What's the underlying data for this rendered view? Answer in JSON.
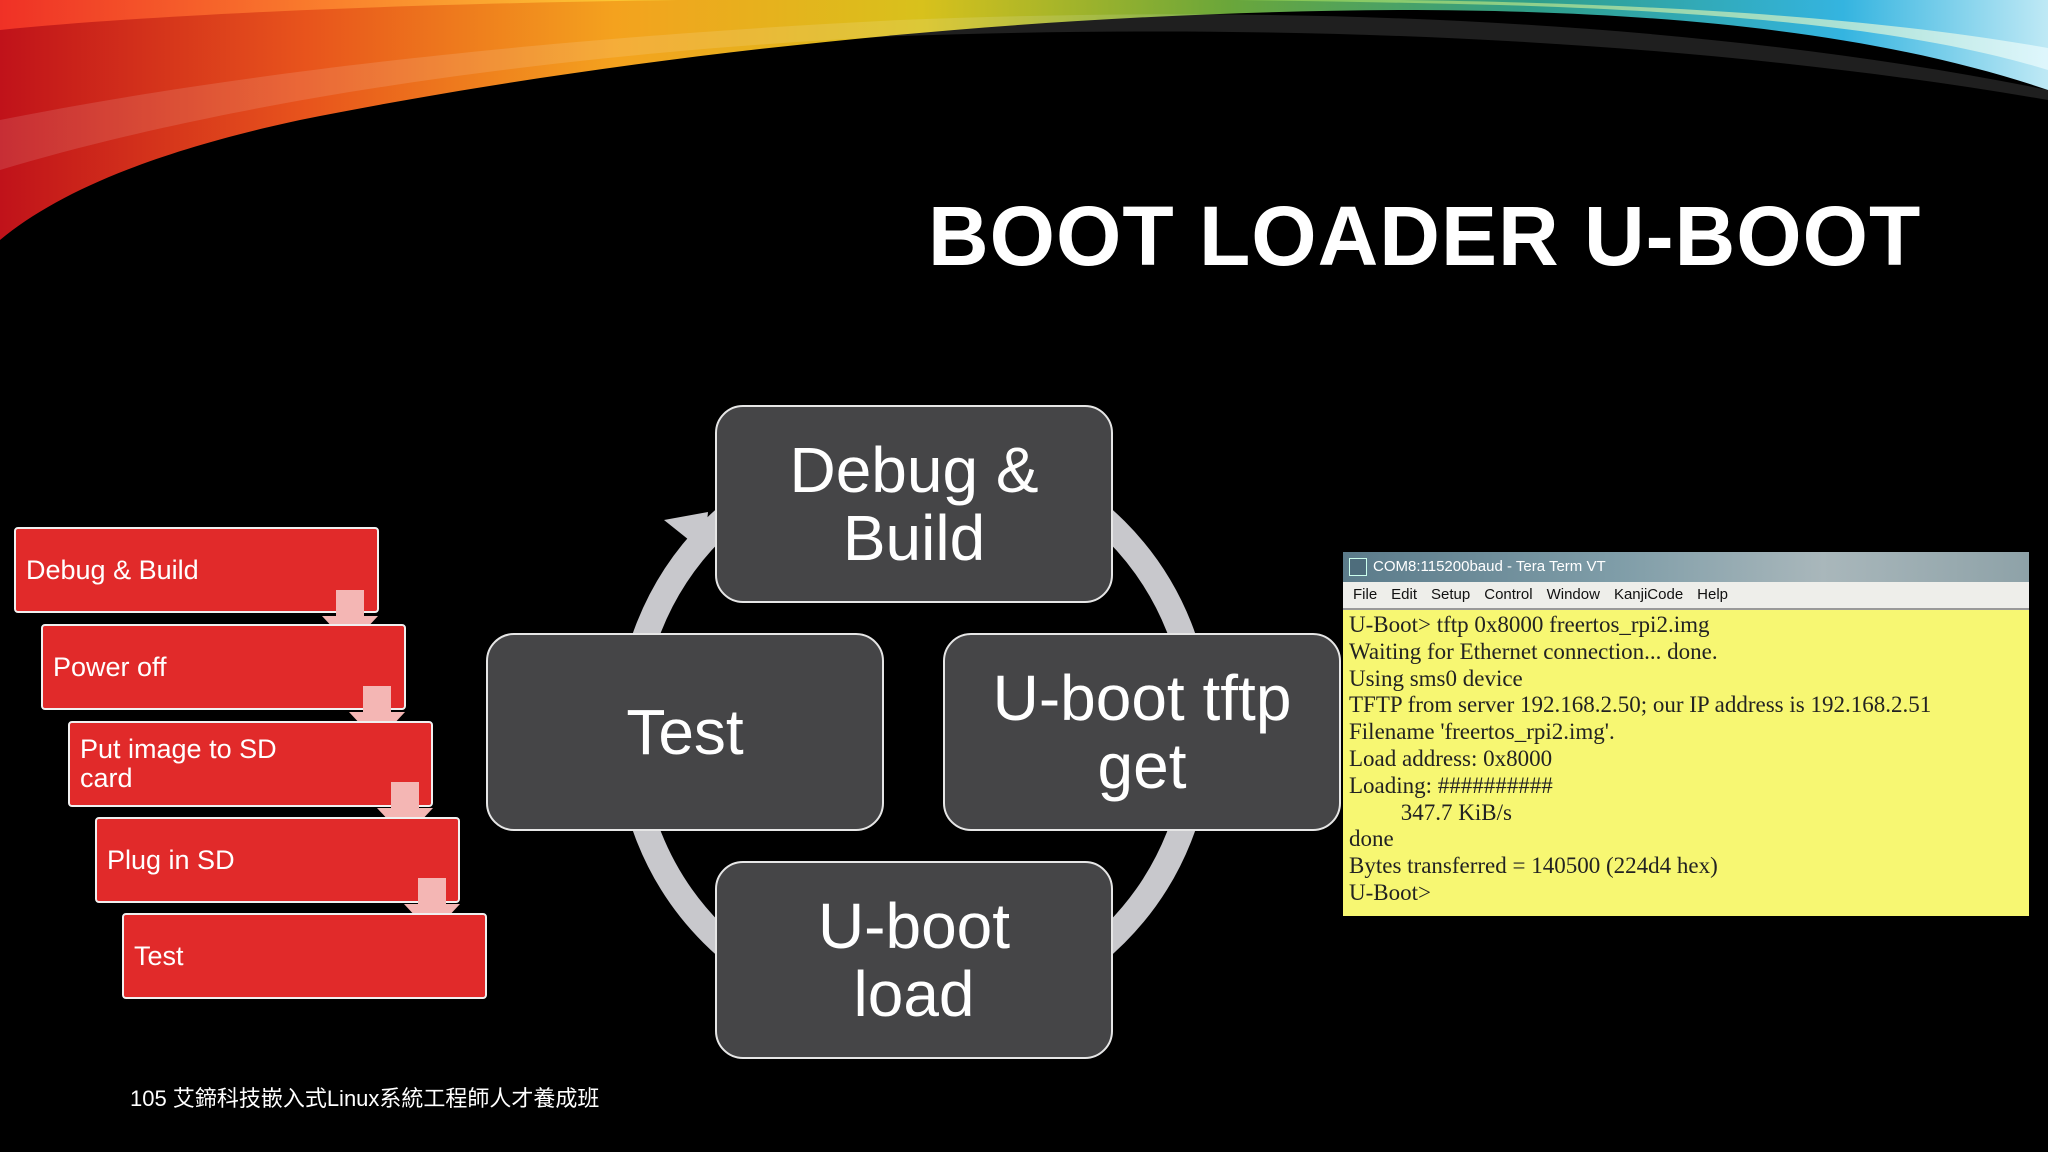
{
  "slide": {
    "title": "BOOT LOADER U-BOOT",
    "footer": "105 艾鍗科技嵌入式Linux系統工程師人才養成班"
  },
  "steps": [
    {
      "label": "Debug & Build"
    },
    {
      "label": "Power off"
    },
    {
      "label": "Put image to SD card"
    },
    {
      "label": "Plug in SD"
    },
    {
      "label": "Test"
    }
  ],
  "cycle": {
    "nodes": [
      {
        "id": "debug-build",
        "label": "Debug & Build"
      },
      {
        "id": "tftp-get",
        "label": "U-boot tftp get"
      },
      {
        "id": "uboot-load",
        "label": "U-boot load"
      },
      {
        "id": "test",
        "label": "Test"
      }
    ]
  },
  "terminal": {
    "title": "COM8:115200baud - Tera Term VT",
    "menu": [
      "File",
      "Edit",
      "Setup",
      "Control",
      "Window",
      "KanjiCode",
      "Help"
    ],
    "lines": [
      "U-Boot> tftp 0x8000 freertos_rpi2.img",
      "Waiting for Ethernet connection... done.",
      "Using sms0 device",
      "TFTP from server 192.168.2.50; our IP address is 192.168.2.51",
      "Filename 'freertos_rpi2.img'.",
      "Load address: 0x8000",
      "Loading: ##########",
      "         347.7 KiB/s",
      "done",
      "Bytes transferred = 140500 (224d4 hex)",
      "U-Boot>"
    ]
  },
  "colors": {
    "background": "#000000",
    "step_fill": "#e12a2a",
    "node_fill": "#454547",
    "ring": "#c8c8cc",
    "terminal_bg": "#f7f772"
  }
}
